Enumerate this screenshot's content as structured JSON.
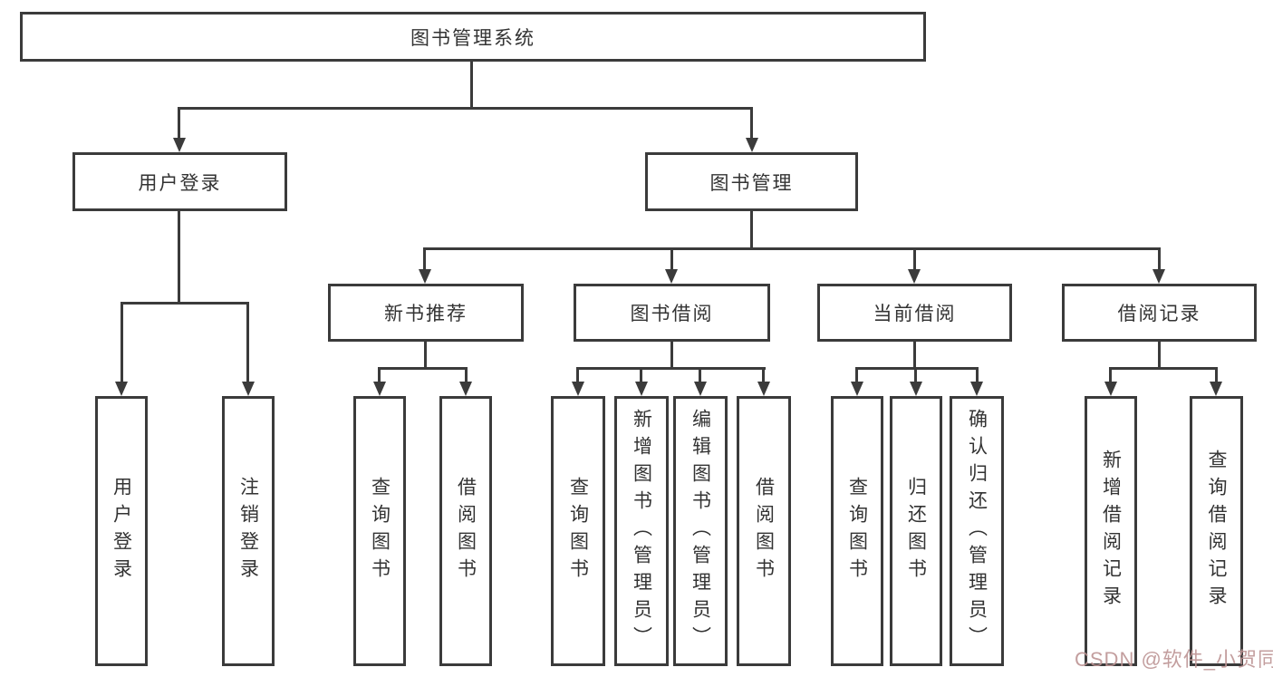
{
  "tree": {
    "root": {
      "label": "图书管理系统"
    },
    "level2": [
      {
        "label": "用户登录",
        "children": [
          {
            "label": "用户登录"
          },
          {
            "label": "注销登录"
          }
        ]
      },
      {
        "label": "图书管理",
        "children": [
          {
            "label": "新书推荐",
            "children": [
              {
                "label": "查询图书"
              },
              {
                "label": "借阅图书"
              }
            ]
          },
          {
            "label": "图书借阅",
            "children": [
              {
                "label": "查询图书"
              },
              {
                "label": "新增图书（管理员）"
              },
              {
                "label": "编辑图书（管理员）"
              },
              {
                "label": "借阅图书"
              }
            ]
          },
          {
            "label": "当前借阅",
            "children": [
              {
                "label": "查询图书"
              },
              {
                "label": "归还图书"
              },
              {
                "label": "确认归还（管理员）"
              }
            ]
          },
          {
            "label": "借阅记录",
            "children": [
              {
                "label": "新增借阅记录"
              },
              {
                "label": "查询借阅记录"
              }
            ]
          }
        ]
      }
    ]
  },
  "watermark": {
    "text": "CSDN @软件_小贺同学"
  },
  "colors": {
    "line": "#3b3b3b",
    "text": "#333333",
    "background": "#ffffff",
    "watermark": "#bd9494"
  }
}
